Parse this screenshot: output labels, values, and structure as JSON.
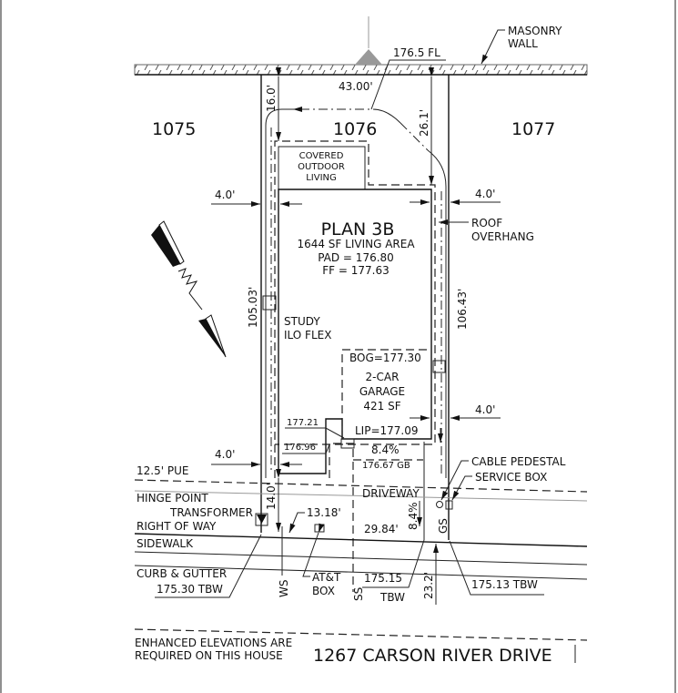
{
  "top": {
    "wall_elevation": "176.5 FL",
    "masonry_wall": [
      "MASONRY",
      "WALL"
    ],
    "rear_width": "43.00'"
  },
  "lots": {
    "left": "1075",
    "subject": "1076",
    "right": "1077"
  },
  "house": {
    "plan": "PLAN 3B",
    "living_area": "1644 SF LIVING AREA",
    "pad": "PAD = 176.80",
    "ff": "FF = 177.63",
    "covered_outdoor": [
      "COVERED",
      "OUTDOOR",
      "LIVING"
    ],
    "study": [
      "STUDY",
      "ILO FLEX"
    ],
    "garage": {
      "bog": "BOG=177.30",
      "lines": [
        "2-CAR",
        "GARAGE",
        "421 SF"
      ],
      "lip": "LIP=177.09"
    }
  },
  "dimensions": {
    "rear_left_setback": "16.0'",
    "rear_right_setback": "26.1'",
    "left_side": "105.03'",
    "right_side": "106.43'",
    "side_setback": "4.0'",
    "front_setback": "14.0'",
    "frontage": "13.18'",
    "driveway_width": "29.84'",
    "driveway_offset": "23.2'"
  },
  "elevations": {
    "e1": "177.21",
    "e2": "176.96",
    "slope": "8.4%",
    "gb": "176.67 GB",
    "driveway_slope": "8.4%"
  },
  "labels": {
    "roof_overhang": [
      "ROOF",
      "OVERHANG"
    ],
    "pue": "12.5' PUE",
    "hinge_point": "HINGE POINT",
    "transformer": "TRANSFORMER",
    "right_of_way": "RIGHT OF WAY",
    "sidewalk": "SIDEWALK",
    "curb_gutter": "CURB & GUTTER",
    "curb_tbw": "175.30 TBW",
    "driveway": "DRIVEWAY",
    "ws": "WS",
    "ss": "SS",
    "gs": "GS",
    "att_box": [
      "AT&T",
      "BOX"
    ],
    "tbw_mid": [
      "175.15",
      "TBW"
    ],
    "tbw_right": "175.13 TBW",
    "cable_pedestal": "CABLE PEDESTAL",
    "service_box": "SERVICE BOX"
  },
  "footer": {
    "note": [
      "ENHANCED ELEVATIONS ARE",
      "REQUIRED ON THIS HOUSE"
    ],
    "address": "1267 CARSON RIVER DRIVE"
  }
}
